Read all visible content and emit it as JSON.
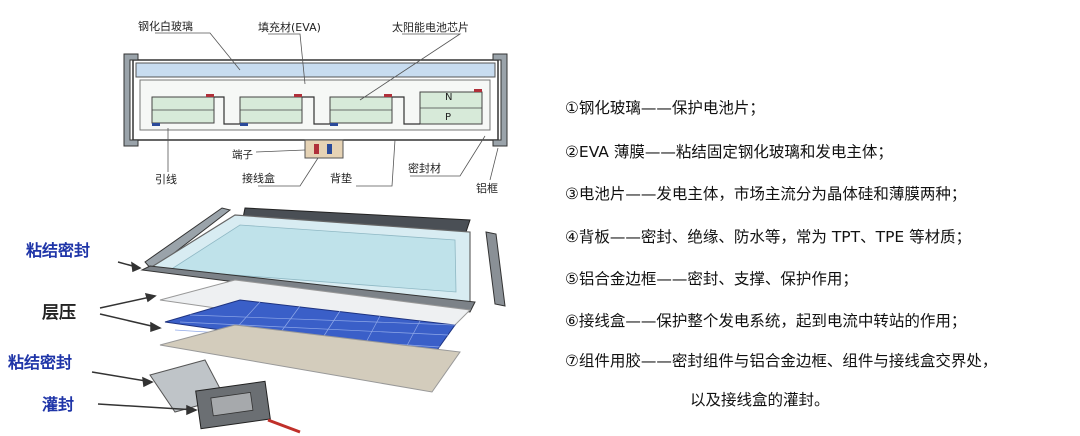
{
  "diagram": {
    "cross_section_labels": {
      "tempered_glass": "钢化白玻璃",
      "eva": "填充材(EVA)",
      "solar_cell": "太阳能电池芯片",
      "n_layer": "N",
      "p_layer": "P",
      "terminal": "端子",
      "lead_wire": "引线",
      "junction_box": "接线盒",
      "backsheet": "背垫",
      "sealant": "密封材",
      "aluminum_frame": "铝框"
    },
    "exploded_labels": {
      "bonding_seal_top": "粘结密封",
      "lamination": "层压",
      "bonding_seal_bottom": "粘结密封",
      "potting": "灌封"
    },
    "colors": {
      "glass": "#c8dcf0",
      "cell": "#d7ead9",
      "frame": "#9aa3aa",
      "blue_label": "#1f35a8",
      "cell_panel": "#3a5fc8"
    }
  },
  "descriptions": [
    "①钢化玻璃——保护电池片；",
    "②EVA 薄膜——粘结固定钢化玻璃和发电主体；",
    "③电池片——发电主体，市场主流分为晶体硅和薄膜两种；",
    "④背板——密封、绝缘、防水等，常为 TPT、TPE 等材质；",
    "⑤铝合金边框——密封、支撑、保护作用；",
    "⑥接线盒——保护整个发电系统，起到电流中转站的作用；",
    "⑦组件用胶——密封组件与铝合金边框、组件与接线盒交界处，",
    "以及接线盒的灌封。"
  ]
}
